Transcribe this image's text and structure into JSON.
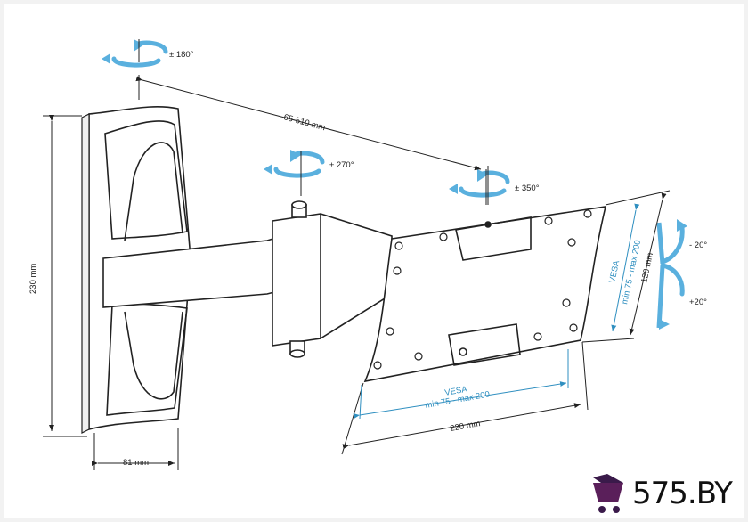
{
  "diagram": {
    "labels": {
      "rot_top": "± 180°",
      "rot_mid": "± 270°",
      "rot_right": "± 350°",
      "arm_reach": "65-510 mm",
      "height": "230 mm",
      "depth": "81 mm",
      "width": "220 mm",
      "vesa_bottom_title": "VESA",
      "vesa_bottom_range": "min 75 - max 200",
      "vesa_side_title": "VESA",
      "vesa_side_range": "min 75 - max 200",
      "plate_height": "120 mm",
      "tilt_down": "- 20°",
      "tilt_up": "+20°"
    },
    "colors": {
      "line": "#222222",
      "blue": "#2f8fc0",
      "arrow": "#5ab0de",
      "accent": "#4a1a4a"
    }
  },
  "watermark": {
    "text": "575.BY"
  }
}
